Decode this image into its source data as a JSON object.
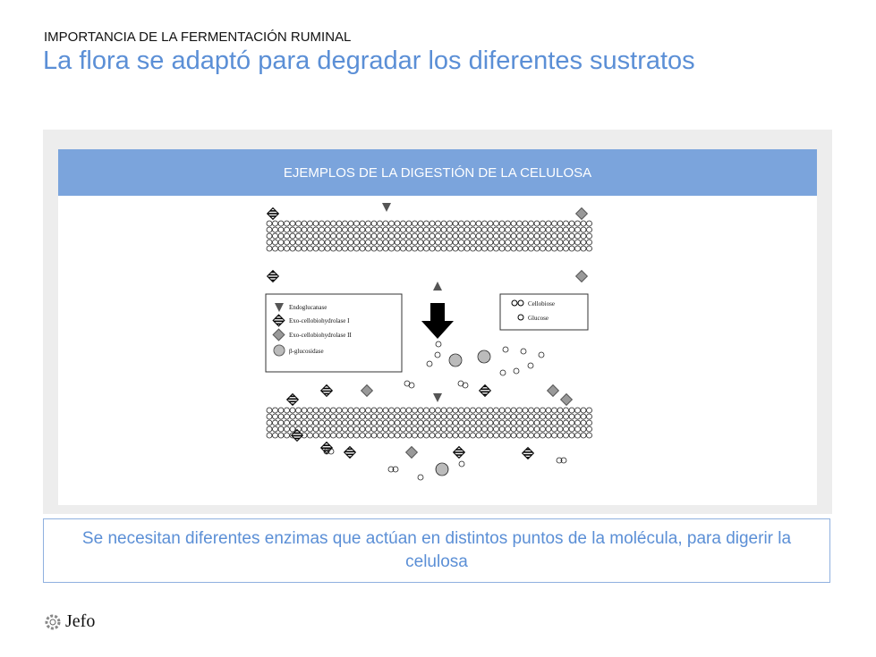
{
  "header": {
    "kicker": "IMPORTANCIA DE LA FERMENTACIÓN RUMINAL",
    "title": "La flora se adaptó para degradar los diferentes sustratos"
  },
  "panel": {
    "heading": "EJEMPLOS DE LA DIGESTIÓN DE LA CELULOSA",
    "legend_enzymes": [
      "Endoglucanase",
      "Exo-cellobiohydrolase I",
      "Exo-cellobiohydrolase II",
      "β-glucosidase"
    ],
    "legend_products": [
      "Cellobiose",
      "Glucose"
    ]
  },
  "caption": "Se necesitan diferentes enzimas que actúan en distintos puntos de la molécula, para digerir la celulosa",
  "logo": {
    "text": "Jefo"
  }
}
